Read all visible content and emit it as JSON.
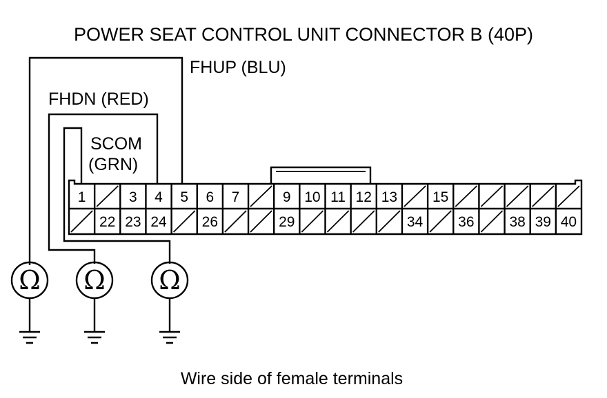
{
  "title": "POWER SEAT CONTROL UNIT CONNECTOR B (40P)",
  "caption": "Wire side of female terminals",
  "wires": {
    "fhup": "FHUP (BLU)",
    "fhdn": "FHDN (RED)",
    "scom_line1": "SCOM",
    "scom_line2": "(GRN)"
  },
  "connector": {
    "top_row": [
      "1",
      "",
      "3",
      "4",
      "5",
      "6",
      "7",
      "",
      "9",
      "10",
      "11",
      "12",
      "13",
      "",
      "15",
      "",
      "",
      "",
      "",
      ""
    ],
    "bottom_row": [
      "",
      "22",
      "23",
      "24",
      "",
      "26",
      "",
      "",
      "29",
      "",
      "",
      "",
      "",
      "34",
      "",
      "36",
      "",
      "38",
      "39",
      "40"
    ]
  },
  "meters": [
    {
      "symbol": "Ω",
      "icon": "ohmmeter-icon"
    },
    {
      "symbol": "Ω",
      "icon": "ohmmeter-icon"
    },
    {
      "symbol": "Ω",
      "icon": "ohmmeter-icon"
    }
  ],
  "ground_icon": "ground-icon"
}
